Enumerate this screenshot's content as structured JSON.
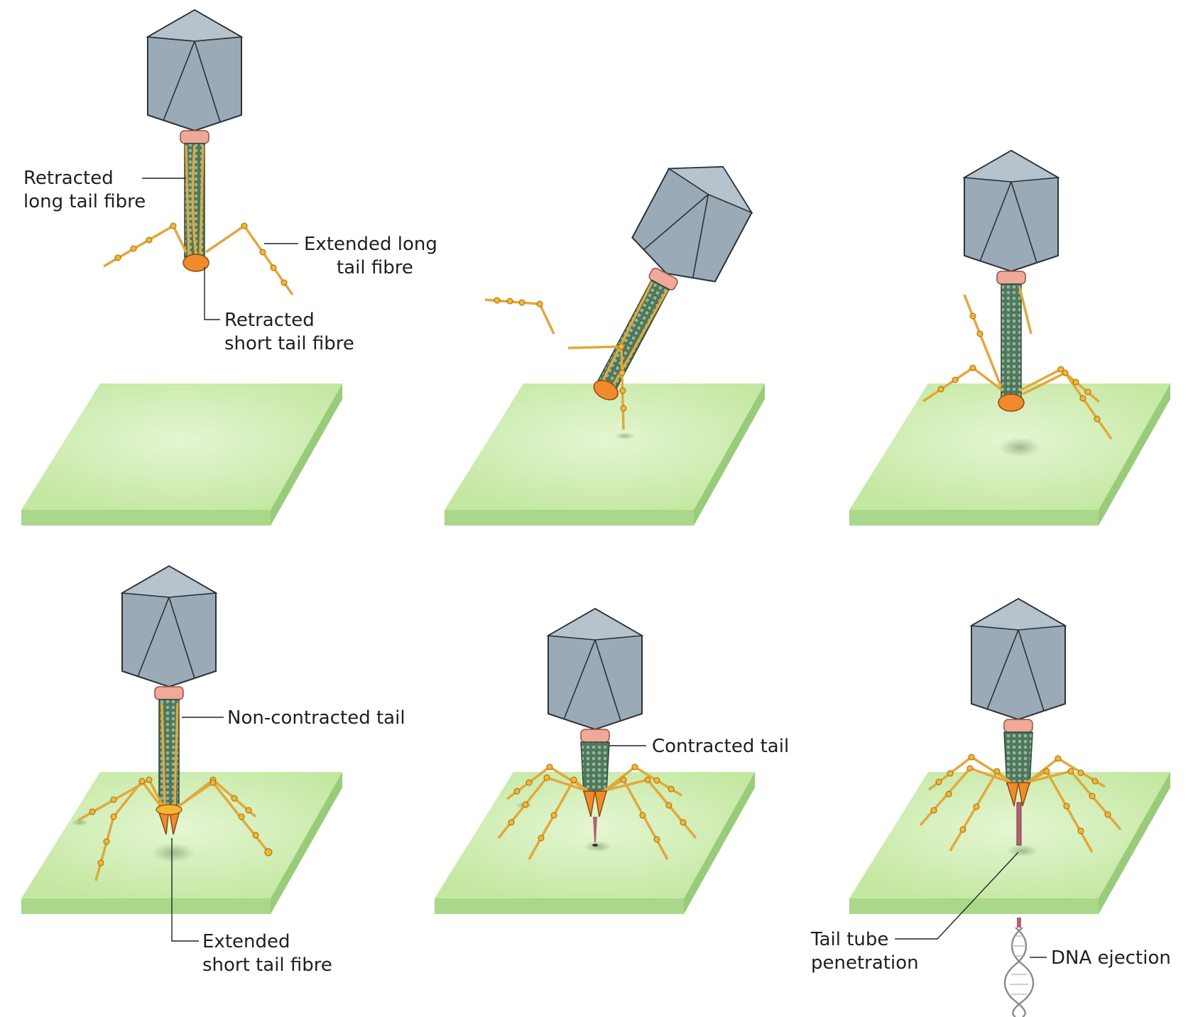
{
  "labels": {
    "retracted_long_1": "Retracted",
    "retracted_long_2": "long tail fibre",
    "extended_long_1": "Extended long",
    "extended_long_2": "tail fibre",
    "retracted_short_1": "Retracted",
    "retracted_short_2": "short tail fibre",
    "non_contracted": "Non-contracted tail",
    "extended_short_1": "Extended",
    "extended_short_2": "short tail fibre",
    "contracted": "Contracted tail",
    "tail_tube_1": "Tail tube",
    "tail_tube_2": "penetration",
    "dna": "DNA ejection"
  },
  "colors": {
    "capsid": "#9aaab6",
    "capsid_edge": "#2b3238",
    "collar": "#f0a898",
    "sheath": "#6f9a7a",
    "fibre": "#e2a83a",
    "baseplate": "#f08a2a",
    "surface_top": "#c8eaa8",
    "surface_side": "#a9d88a",
    "tube": "#b56070",
    "dna": "#8a8a8a"
  }
}
